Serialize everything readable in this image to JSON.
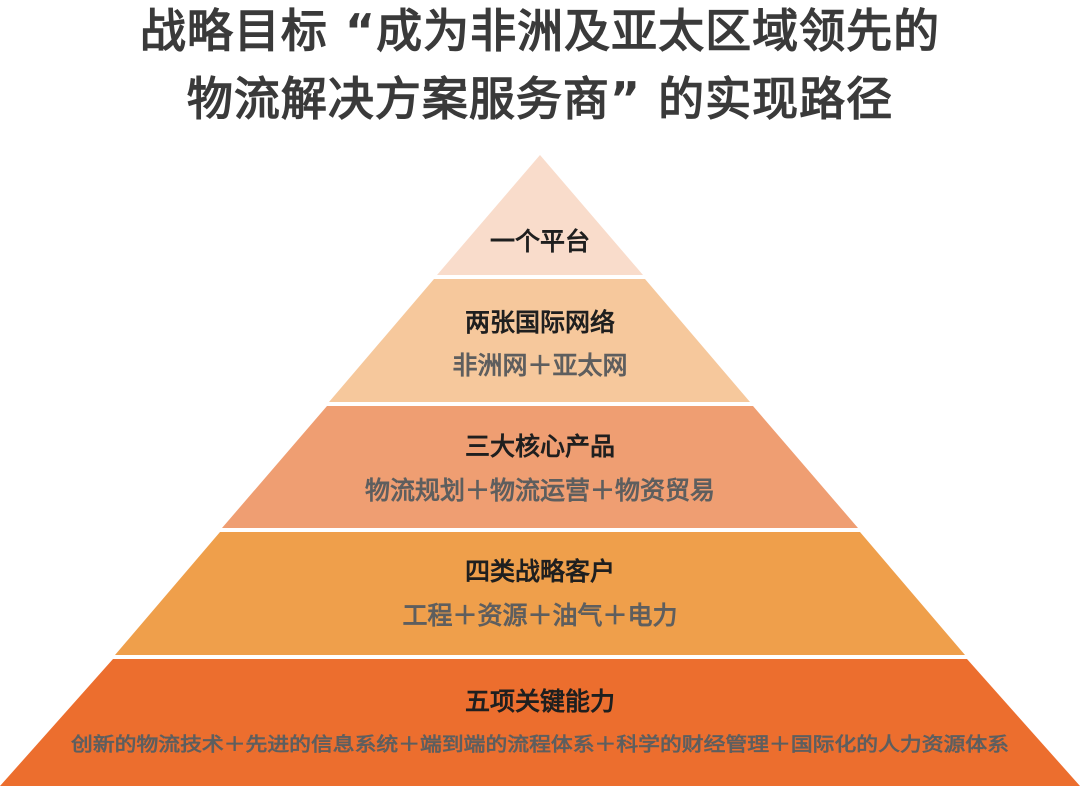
{
  "title": {
    "line1": "战略目标 “成为非洲及亚太区域领先的",
    "line2": "物流解决方案服务商” 的实现路径"
  },
  "colors": {
    "tier1": "#f9dccb",
    "tier2": "#f6c89c",
    "tier3": "#ef9e72",
    "tier4": "#ef9f4b",
    "tier5": "#ec6e2e",
    "title": "#3a3a3a",
    "label": "#1f1f1f",
    "sublabel": "#5e5e5e"
  },
  "tiers": [
    {
      "label": "一个平台",
      "sub": ""
    },
    {
      "label": "两张国际网络",
      "sub": "非洲网＋亚太网"
    },
    {
      "label": "三大核心产品",
      "sub": "物流规划＋物流运营＋物资贸易"
    },
    {
      "label": "四类战略客户",
      "sub": "工程＋资源＋油气＋电力"
    },
    {
      "label": "五项关键能力",
      "sub": "创新的物流技术＋先进的信息系统＋端到端的流程体系＋科学的财经管理＋国际化的人力资源体系"
    }
  ]
}
